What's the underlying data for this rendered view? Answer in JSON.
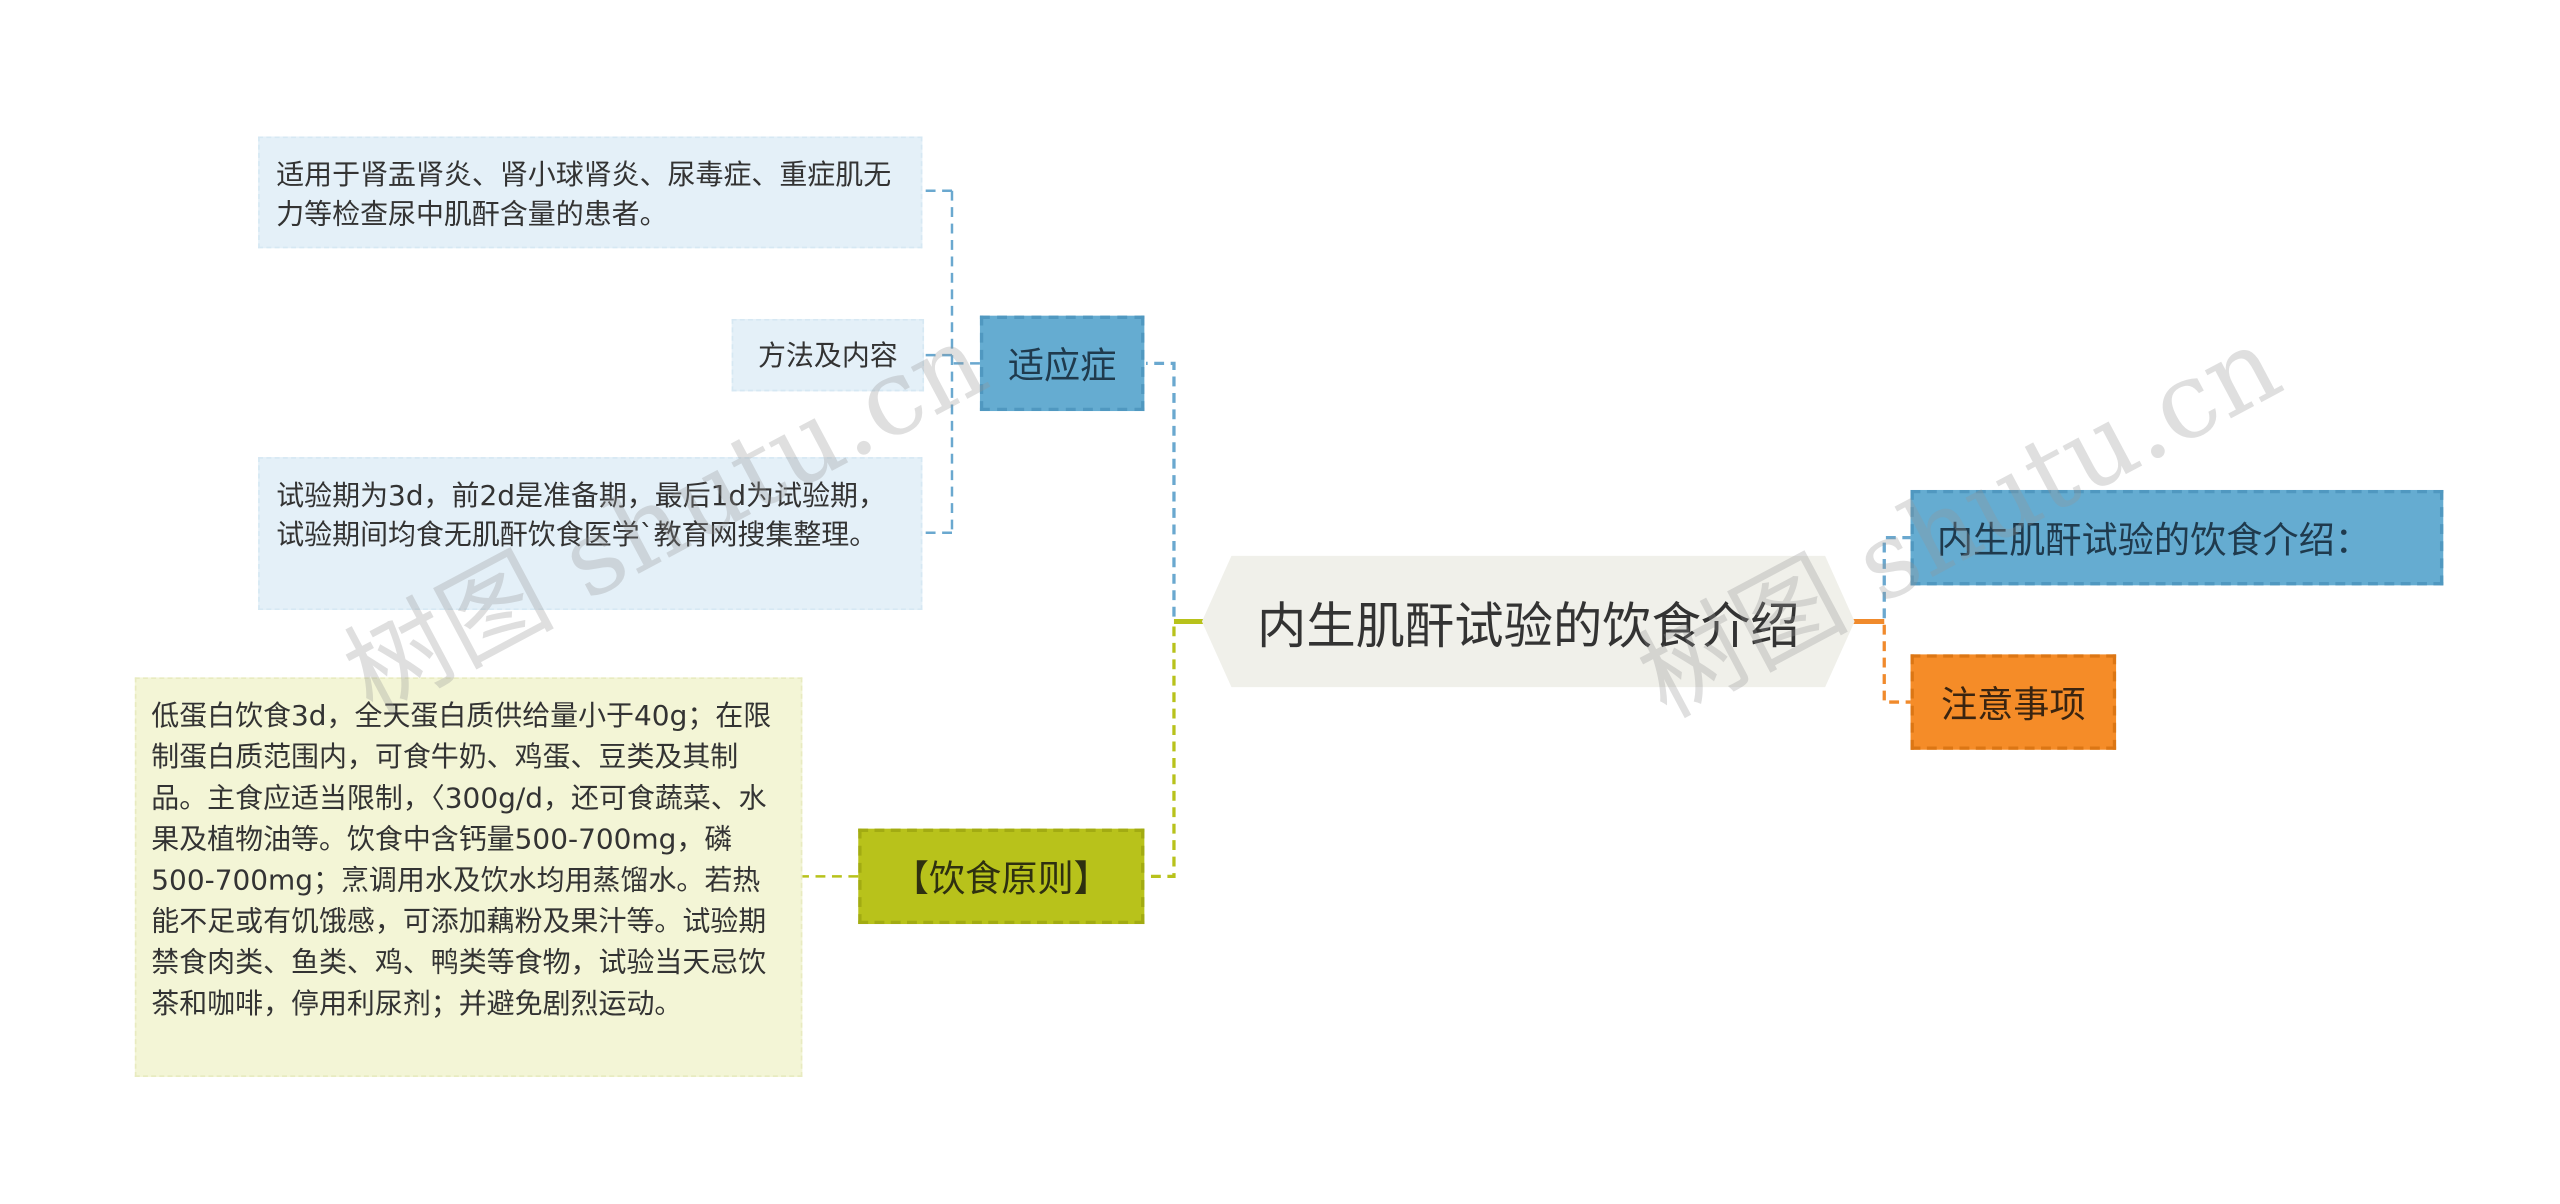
{
  "diagram": {
    "center": {
      "title": "内生肌酐试验的饮食介绍"
    },
    "left_branches": {
      "indication": {
        "label": "适应症",
        "children": {
          "applicable": "适用于肾盂肾炎、肾小球肾炎、尿毒症、重症肌无力等检查尿中肌酐含量的患者。",
          "method_label": "方法及内容",
          "period": "试验期为3d，前2d是准备期，最后1d为试验期，试验期间均食无肌酐饮食医学`教育网搜集整理。"
        }
      },
      "diet_principle": {
        "label": "【饮食原则】",
        "children": {
          "detail": "低蛋白饮食3d，全天蛋白质供给量小于40g；在限制蛋白质范围内，可食牛奶、鸡蛋、豆类及其制品。主食应适当限制，〈300g/d，还可食蔬菜、水果及植物油等。饮食中含钙量500-700mg，磷500-700mg；烹调用水及饮水均用蒸馏水。若热能不足或有饥饿感，可添加藕粉及果汁等。试验期禁食肉类、鱼类、鸡、鸭类等食物，试验当天忌饮茶和咖啡，停用利尿剂；并避免剧烈运动。"
        }
      }
    },
    "right_branches": {
      "intro": {
        "label": "内生肌酐试验的饮食介绍："
      },
      "notes": {
        "label": "注意事项"
      }
    }
  },
  "watermarks": [
    "树图 shutu.cn",
    "树图 shutu.cn"
  ],
  "colors": {
    "blue_branch": "#65acd1",
    "blue_leaf": "#e4f0f8",
    "olive_branch": "#b8c21b",
    "olive_leaf": "#f3f5d6",
    "orange_branch": "#f58c28",
    "center_fill": "#f0f0ea",
    "blue_line": "#6aa8cf",
    "olive_line": "#b8c21b",
    "orange_line": "#f08a2c"
  }
}
